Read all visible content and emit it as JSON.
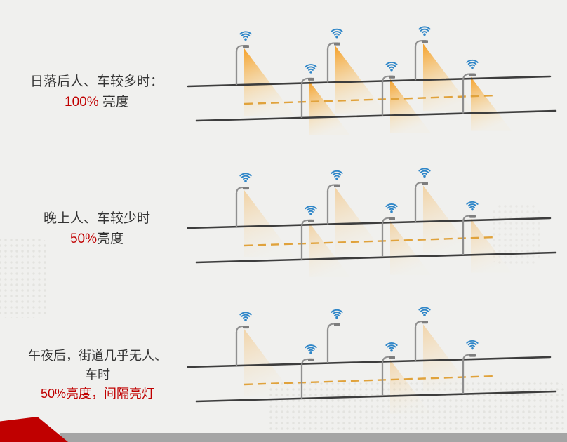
{
  "page": {
    "background": "#f0f0ee",
    "accent_red": "#c00000",
    "text_color": "#333333"
  },
  "rows": [
    {
      "label": {
        "line1": "日落后人、车较多时：",
        "percent": "100%",
        "suffix": " 亮度"
      },
      "scene": {
        "name": "after-sunset-busy-100",
        "cone_opacity": 1,
        "back_lit": [
          true,
          true,
          true
        ],
        "front_lit": [
          true,
          true,
          true
        ]
      }
    },
    {
      "label": {
        "line1": "晚上人、车较少时",
        "percent": "50%",
        "suffix": "亮度"
      },
      "scene": {
        "name": "evening-fewer-50",
        "cone_opacity": 0.38,
        "back_lit": [
          true,
          true,
          true
        ],
        "front_lit": [
          true,
          true,
          true
        ]
      }
    },
    {
      "label": {
        "line1": "午夜后，街道几乎无人、",
        "line2": "车时",
        "line3": "50%亮度，间隔亮灯"
      },
      "scene": {
        "name": "midnight-interval-50",
        "cone_opacity": 0.35,
        "back_lit": [
          true,
          false,
          true
        ],
        "front_lit": [
          false,
          true,
          false
        ]
      }
    }
  ],
  "diagram": {
    "wifi_color": "#2f86c8",
    "cone_top_color": "#f59c1d",
    "cone_bottom_color": "#fbe1ad",
    "road_color": "#3d3d3d",
    "dash_color": "#e0a23b",
    "pole_color": "#8f8f8f",
    "lamp_head_color": "#7d7d7d"
  },
  "footer": {
    "red_bar_color": "#c00000",
    "gray_bar_color": "#a5a5a5"
  }
}
